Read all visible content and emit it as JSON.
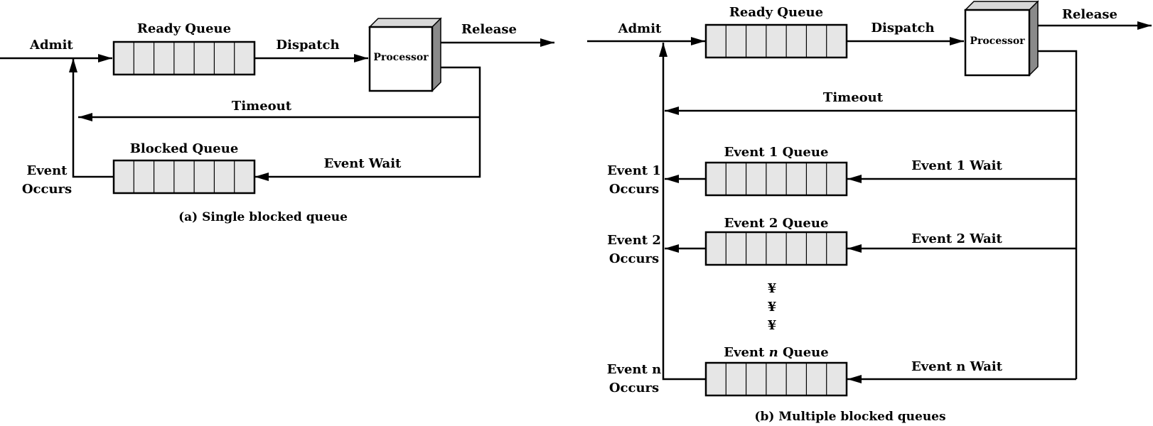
{
  "diagram_a": {
    "admit": "Admit",
    "ready_queue": "Ready Queue",
    "dispatch": "Dispatch",
    "processor": "Processor",
    "release": "Release",
    "timeout": "Timeout",
    "blocked_queue": "Blocked Queue",
    "event_wait": "Event Wait",
    "event_occurs_1": "Event",
    "event_occurs_2": "Occurs",
    "caption": "(a) Single blocked queue"
  },
  "diagram_b": {
    "admit": "Admit",
    "ready_queue": "Ready Queue",
    "dispatch": "Dispatch",
    "processor": "Processor",
    "release": "Release",
    "timeout": "Timeout",
    "event1_queue": "Event 1 Queue",
    "event1_wait": "Event 1 Wait",
    "event1_occurs_1": "Event 1",
    "event1_occurs_2": "Occurs",
    "event2_queue": "Event 2 Queue",
    "event2_wait": "Event 2 Wait",
    "event2_occurs_1": "Event 2",
    "event2_occurs_2": "Occurs",
    "ellipsis": "¥",
    "eventn_queue_pre": "Event ",
    "eventn_queue_n": "n",
    "eventn_queue_post": " Queue",
    "eventn_wait": "Event n Wait",
    "eventn_occurs_1": "Event n",
    "eventn_occurs_2": "Occurs",
    "caption": "(b) Multiple blocked queues"
  }
}
